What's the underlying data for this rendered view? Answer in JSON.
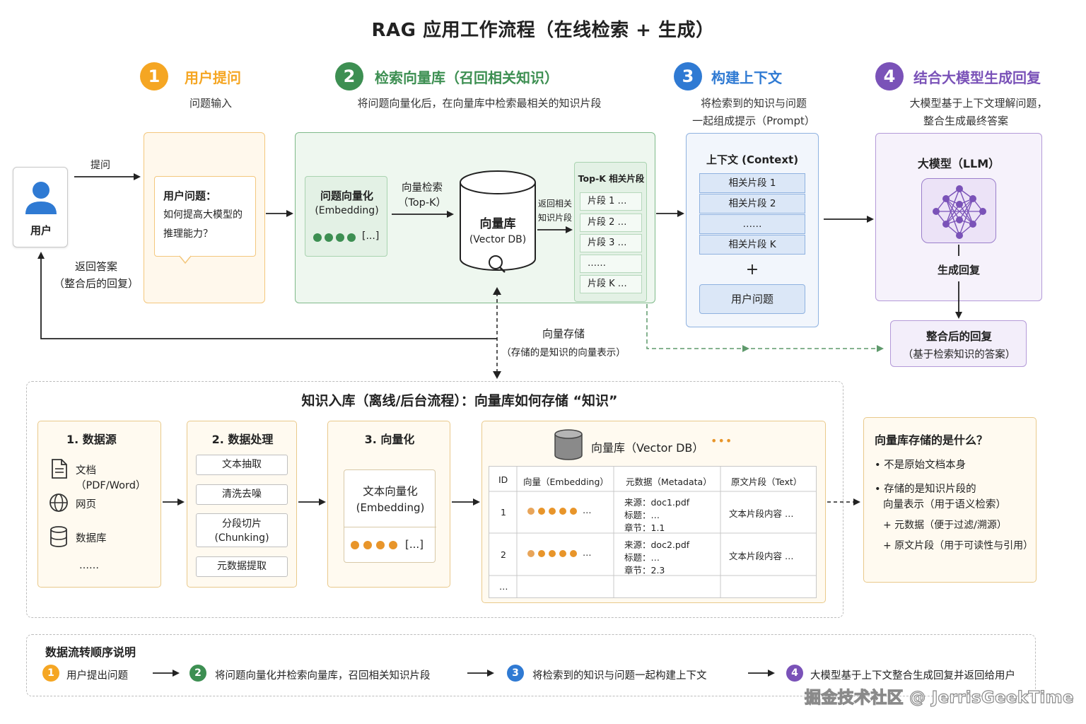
{
  "title": "RAG 应用工作流程（在线检索 + 生成）",
  "colors": {
    "step1": "#f5a623",
    "step2": "#3d8f52",
    "step3": "#2f7ad3",
    "step4": "#7a52b8"
  },
  "steps": [
    {
      "num": "1",
      "title": "用户提问",
      "desc": [
        "问题输入"
      ]
    },
    {
      "num": "2",
      "title": "检索向量库（召回相关知识）",
      "desc": [
        "将问题向量化后，在向量库中检索最相关的知识片段"
      ]
    },
    {
      "num": "3",
      "title": "构建上下文",
      "desc": [
        "将检索到的知识与问题",
        "一起组成提示（Prompt）"
      ]
    },
    {
      "num": "4",
      "title": "结合大模型生成回复",
      "desc": [
        "大模型基于上下文理解问题，",
        "整合生成最终答案"
      ]
    }
  ],
  "user": {
    "label": "用户",
    "icon": "user-icon"
  },
  "arrows": {
    "ask": "提问",
    "return_line1": "返回答案",
    "return_line2": "（整合后的回复）",
    "vector_search_line1": "向量检索",
    "vector_search_line2": "（Top-K）",
    "return_related_line1": "返回相关",
    "return_related_line2": "知识片段",
    "vector_store_line1": "向量存储",
    "vector_store_line2": "（存储的是知识的向量表示）"
  },
  "question": {
    "heading": "用户问题：",
    "line1": "如何提高大模型的",
    "line2": "推理能力？"
  },
  "embedding": {
    "title": "问题向量化",
    "subtitle": "(Embedding)",
    "vector": "[...]"
  },
  "vector_db": {
    "title": "向量库",
    "subtitle": "(Vector DB)"
  },
  "topk": {
    "title": "Top-K 相关片段",
    "rows": [
      "片段 1  …",
      "片段 2  …",
      "片段 3  …",
      "……",
      "片段 K  …"
    ]
  },
  "context": {
    "title": "上下文 (Context)",
    "rows": [
      "相关片段 1",
      "相关片段 2",
      "……",
      "相关片段 K"
    ],
    "plus": "+",
    "question": "用户问题"
  },
  "llm": {
    "title": "大模型（LLM）",
    "generate": "生成回复",
    "icon": "neural-network-icon"
  },
  "answer": {
    "title": "整合后的回复",
    "subtitle": "（基于检索知识的答案）"
  },
  "offline": {
    "title": "知识入库（离线/后台流程）：向量库如何存储 “知识”",
    "sources": {
      "title": "1. 数据源",
      "items": [
        {
          "icon": "document-icon",
          "label": "文档（PDF/Word）"
        },
        {
          "icon": "globe-icon",
          "label": "网页"
        },
        {
          "icon": "database-icon",
          "label": "数据库"
        }
      ],
      "more": "……"
    },
    "processing": {
      "title": "2. 数据处理",
      "items": [
        "文本抽取",
        "清洗去噪",
        "分段切片",
        "(Chunking)",
        "元数据提取"
      ]
    },
    "vectorize": {
      "title": "3. 向量化",
      "line1": "文本向量化",
      "line2": "(Embedding)",
      "vector": "[...]"
    },
    "store": {
      "title": "向量库（Vector DB）",
      "dots": "•••",
      "headers": [
        "ID",
        "向量（Embedding）",
        "元数据（Metadata）",
        "原文片段（Text）"
      ],
      "rows": [
        {
          "id": "1",
          "meta": [
            "来源：doc1.pdf",
            "标题：…",
            "章节：1.1"
          ],
          "text": "文本片段内容  …",
          "more": "…"
        },
        {
          "id": "2",
          "meta": [
            "来源：doc2.pdf",
            "标题：…",
            "章节：2.3"
          ],
          "text": "文本片段内容  …",
          "more": "…"
        }
      ],
      "ellipsis": "…"
    },
    "what": {
      "title": "向量库存储的是什么？",
      "b1": "• 不是原始文档本身",
      "b2_line1": "• 存储的是知识片段的",
      "b2_line2": "向量表示（用于语义检索）",
      "b3": "+ 元数据（便于过滤/溯源）",
      "b4": "+ 原文片段（用于可读性与引用）"
    }
  },
  "legend": {
    "title": "数据流转顺序说明",
    "items": [
      {
        "num": "1",
        "text": "用户提出问题"
      },
      {
        "num": "2",
        "text": "将问题向量化并检索向量库，召回相关知识片段"
      },
      {
        "num": "3",
        "text": "将检索到的知识与问题一起构建上下文"
      },
      {
        "num": "4",
        "text": "大模型基于上下文整合生成回复并返回给用户"
      }
    ]
  },
  "watermark": "掘金技术社区 @ JerrisGeekTime"
}
